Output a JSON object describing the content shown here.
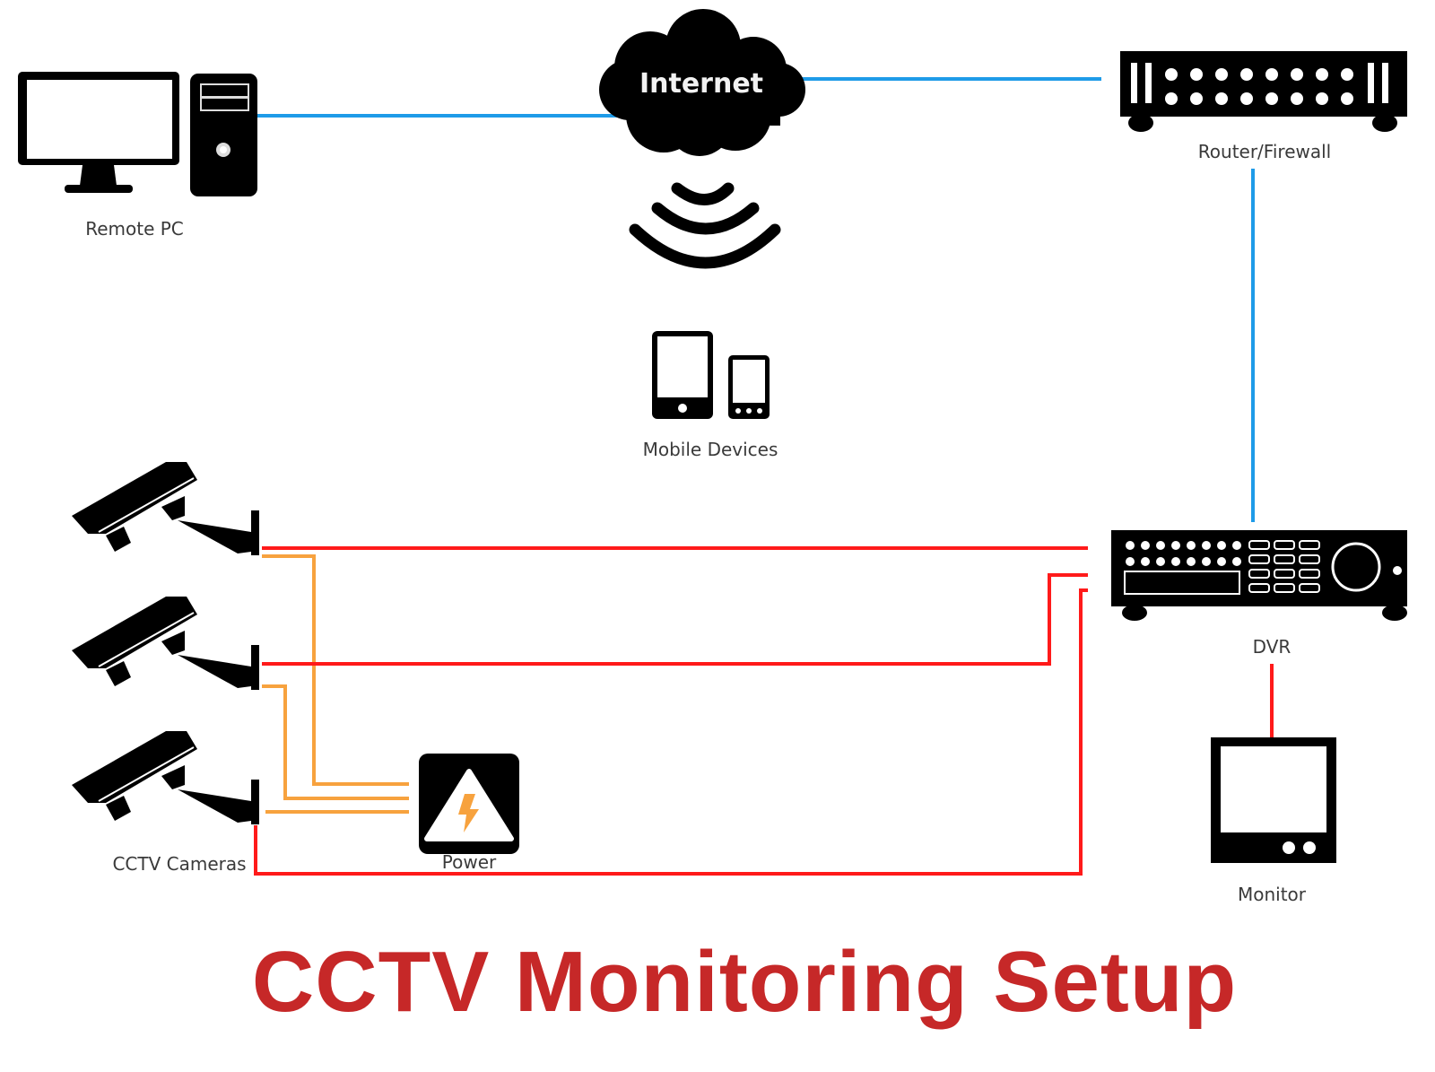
{
  "title": "CCTV Monitoring Setup",
  "colors": {
    "network_line": "#1e9be8",
    "video_line": "#ff1a1a",
    "power_line": "#f7a23e",
    "device": "#000000",
    "title": "#c62828",
    "label": "#3a3a3a"
  },
  "nodes": {
    "remote_pc": {
      "label": "Remote PC",
      "icon": "desktop-computer-icon"
    },
    "internet": {
      "label": "Internet",
      "icon": "cloud-icon"
    },
    "wireless": {
      "icon": "wireless-signal-icon"
    },
    "router": {
      "label": "Router/Firewall",
      "icon": "router-icon"
    },
    "mobile": {
      "label": "Mobile Devices",
      "icon": "tablet-phone-icon"
    },
    "cameras": {
      "label": "CCTV Cameras",
      "icon": "cctv-camera-icon",
      "count": 3
    },
    "power": {
      "label": "Power",
      "icon": "power-warning-icon"
    },
    "dvr": {
      "label": "DVR",
      "icon": "dvr-icon"
    },
    "monitor": {
      "label": "Monitor",
      "icon": "monitor-icon"
    }
  },
  "connections": [
    {
      "from": "Remote PC",
      "to": "Internet",
      "type": "network"
    },
    {
      "from": "Internet",
      "to": "Router/Firewall",
      "type": "network"
    },
    {
      "from": "Router/Firewall",
      "to": "DVR",
      "type": "network"
    },
    {
      "from": "CCTV Camera 1",
      "to": "DVR",
      "type": "video"
    },
    {
      "from": "CCTV Camera 2",
      "to": "DVR",
      "type": "video"
    },
    {
      "from": "CCTV Camera 3",
      "to": "DVR",
      "type": "video"
    },
    {
      "from": "CCTV Camera 1",
      "to": "Power",
      "type": "power"
    },
    {
      "from": "CCTV Camera 2",
      "to": "Power",
      "type": "power"
    },
    {
      "from": "CCTV Camera 3",
      "to": "Power",
      "type": "power"
    },
    {
      "from": "DVR",
      "to": "Monitor",
      "type": "video"
    }
  ]
}
